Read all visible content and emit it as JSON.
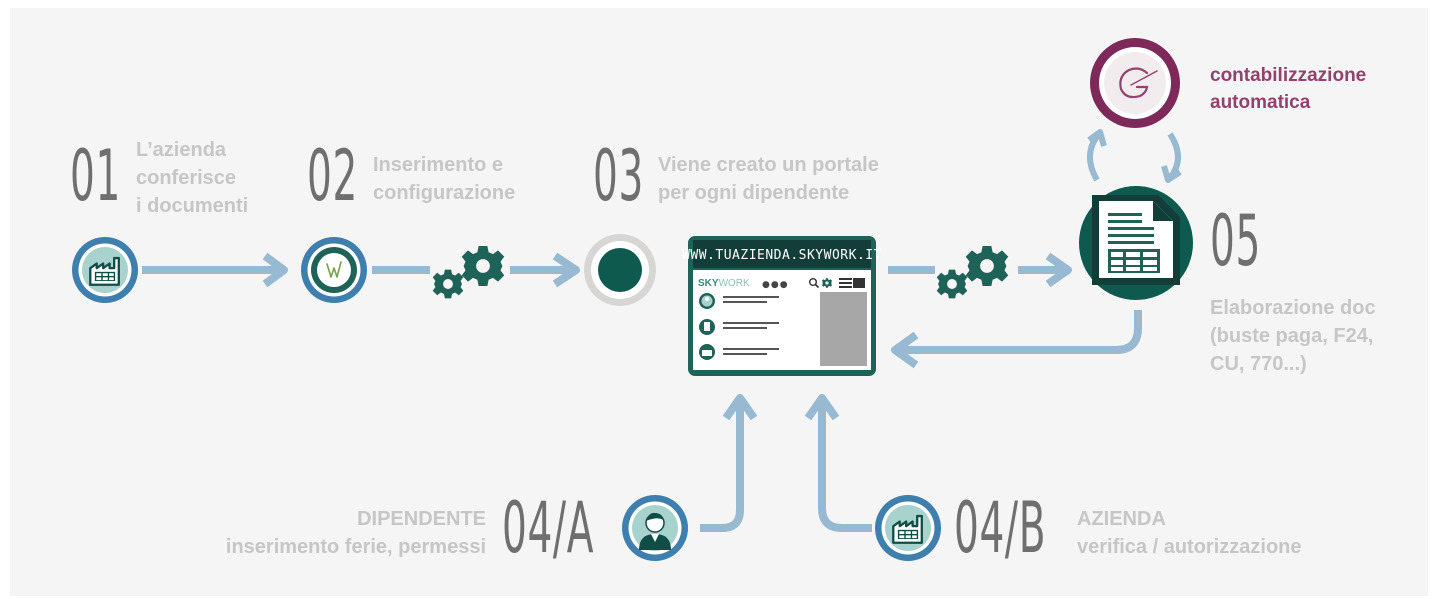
{
  "colors": {
    "background": "#f5f5f5",
    "arrow": "#97b9d1",
    "teal": "#1f6258",
    "dark_teal": "#0f4d45",
    "icon_ring": "#3f7fae",
    "accent": "#94416e",
    "text_gray": "#c6c6c6",
    "number_gray": "#6f6f6f"
  },
  "steps": {
    "s01": {
      "number": "01",
      "lines": [
        "L’azienda",
        "conferisce",
        "i documenti"
      ],
      "icon": "factory-icon"
    },
    "s02": {
      "number": "02",
      "lines": [
        "Inserimento e",
        "configurazione"
      ],
      "icon": "w-logo-icon"
    },
    "s03": {
      "number": "03",
      "lines": [
        "Viene creato un portale",
        "per ogni dipendente"
      ],
      "icon": "portal-dot-icon"
    },
    "s04a": {
      "number": "04/A",
      "lines": [
        "DIPENDENTE",
        "inserimento ferie, permessi"
      ],
      "icon": "employee-icon"
    },
    "s04b": {
      "number": "04/B",
      "lines": [
        "AZIENDA",
        "verifica / autorizzazione"
      ],
      "icon": "factory-icon"
    },
    "s05": {
      "number": "05",
      "lines": [
        "Elaborazione doc",
        "(buste paga, F24,",
        "CU, 770...)"
      ],
      "icon": "document-icon"
    }
  },
  "accounting": {
    "lines": [
      "contabilizzazione",
      "automatica"
    ],
    "icon": "g-logo-icon"
  },
  "portal": {
    "url": "WWW.TUAZIENDA.SKYWORK.IT",
    "logo_sky": "SKY",
    "logo_work": "WORK",
    "menu_dots": "●●●",
    "icons": [
      "search-icon",
      "gear-icon",
      "menu-icon"
    ]
  }
}
